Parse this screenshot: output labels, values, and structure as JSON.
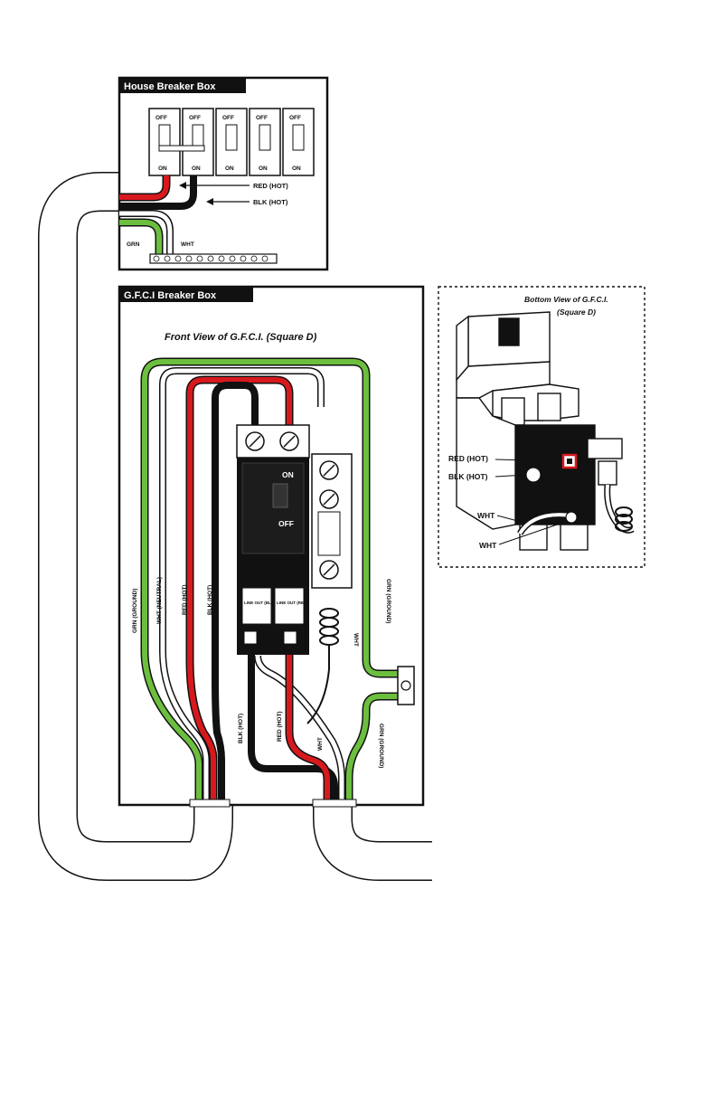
{
  "house_box": {
    "title": "House Breaker Box",
    "breakers": [
      {
        "off": "OFF",
        "on": "ON"
      },
      {
        "off": "OFF",
        "on": "ON"
      },
      {
        "off": "OFF",
        "on": "ON"
      },
      {
        "off": "OFF",
        "on": "ON"
      },
      {
        "off": "OFF",
        "on": "ON"
      }
    ],
    "red_label": "RED (HOT)",
    "blk_label": "BLK (HOT)",
    "grn_label": "GRN",
    "wht_label": "WHT"
  },
  "gfci_box": {
    "title": "G.F.C.I Breaker Box",
    "front_view_title": "Front View of G.F.C.I. (Square D)",
    "breaker_on": "ON",
    "breaker_off": "OFF",
    "line_blk_label": "LINE OUT (BLACK)",
    "line_red_label": "LINE OUT (RED)",
    "left_labels": {
      "grn": "GRN (GROUND)",
      "wht": "WHT (NEUTRAL)",
      "red": "RED (HOT)",
      "blk": "BLK (HOT)"
    },
    "right_labels": {
      "wht_top": "WHT",
      "grn_top": "GRN (GROUND)",
      "blk_bottom": "BLK (HOT)",
      "red_bottom": "RED (HOT)",
      "wht_bottom": "WHT",
      "grn_bottom": "GRN (GROUND)"
    }
  },
  "bottom_view": {
    "title_line1": "Bottom View of G.F.C.I.",
    "title_line2": "(Square D)",
    "red_label": "RED (HOT)",
    "blk_label": "BLK (HOT)",
    "wht_label_1": "WHT",
    "wht_label_2": "WHT"
  },
  "colors": {
    "red": "#d7191e",
    "green": "#6cbf3e",
    "black": "#111111",
    "white": "#ffffff"
  }
}
